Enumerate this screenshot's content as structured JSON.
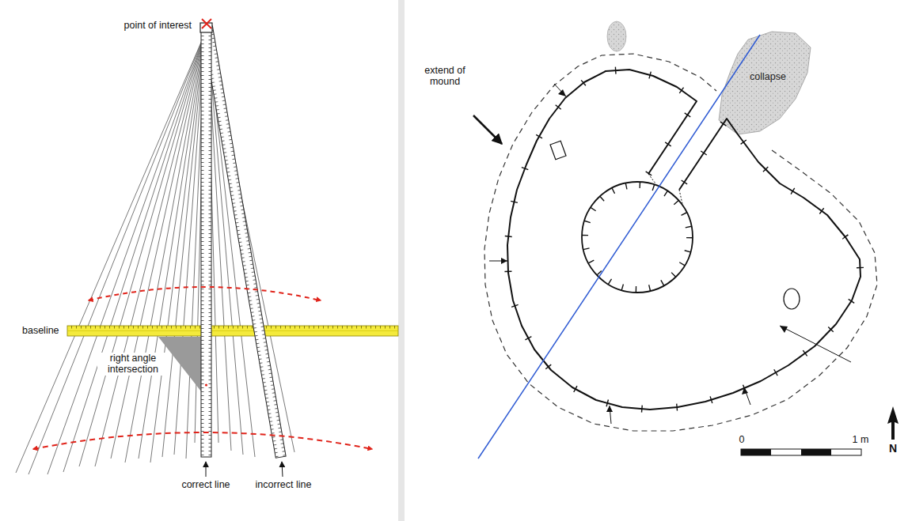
{
  "diagram": {
    "nodes": [
      {
        "text": [
          "collapse"
        ]
      }
    ],
    "labels": [
      "point of interest",
      "baseline",
      "right angle intersection",
      "correct line",
      "incorrect line",
      "extend of mound",
      "0",
      "1 m",
      "N"
    ]
  }
}
